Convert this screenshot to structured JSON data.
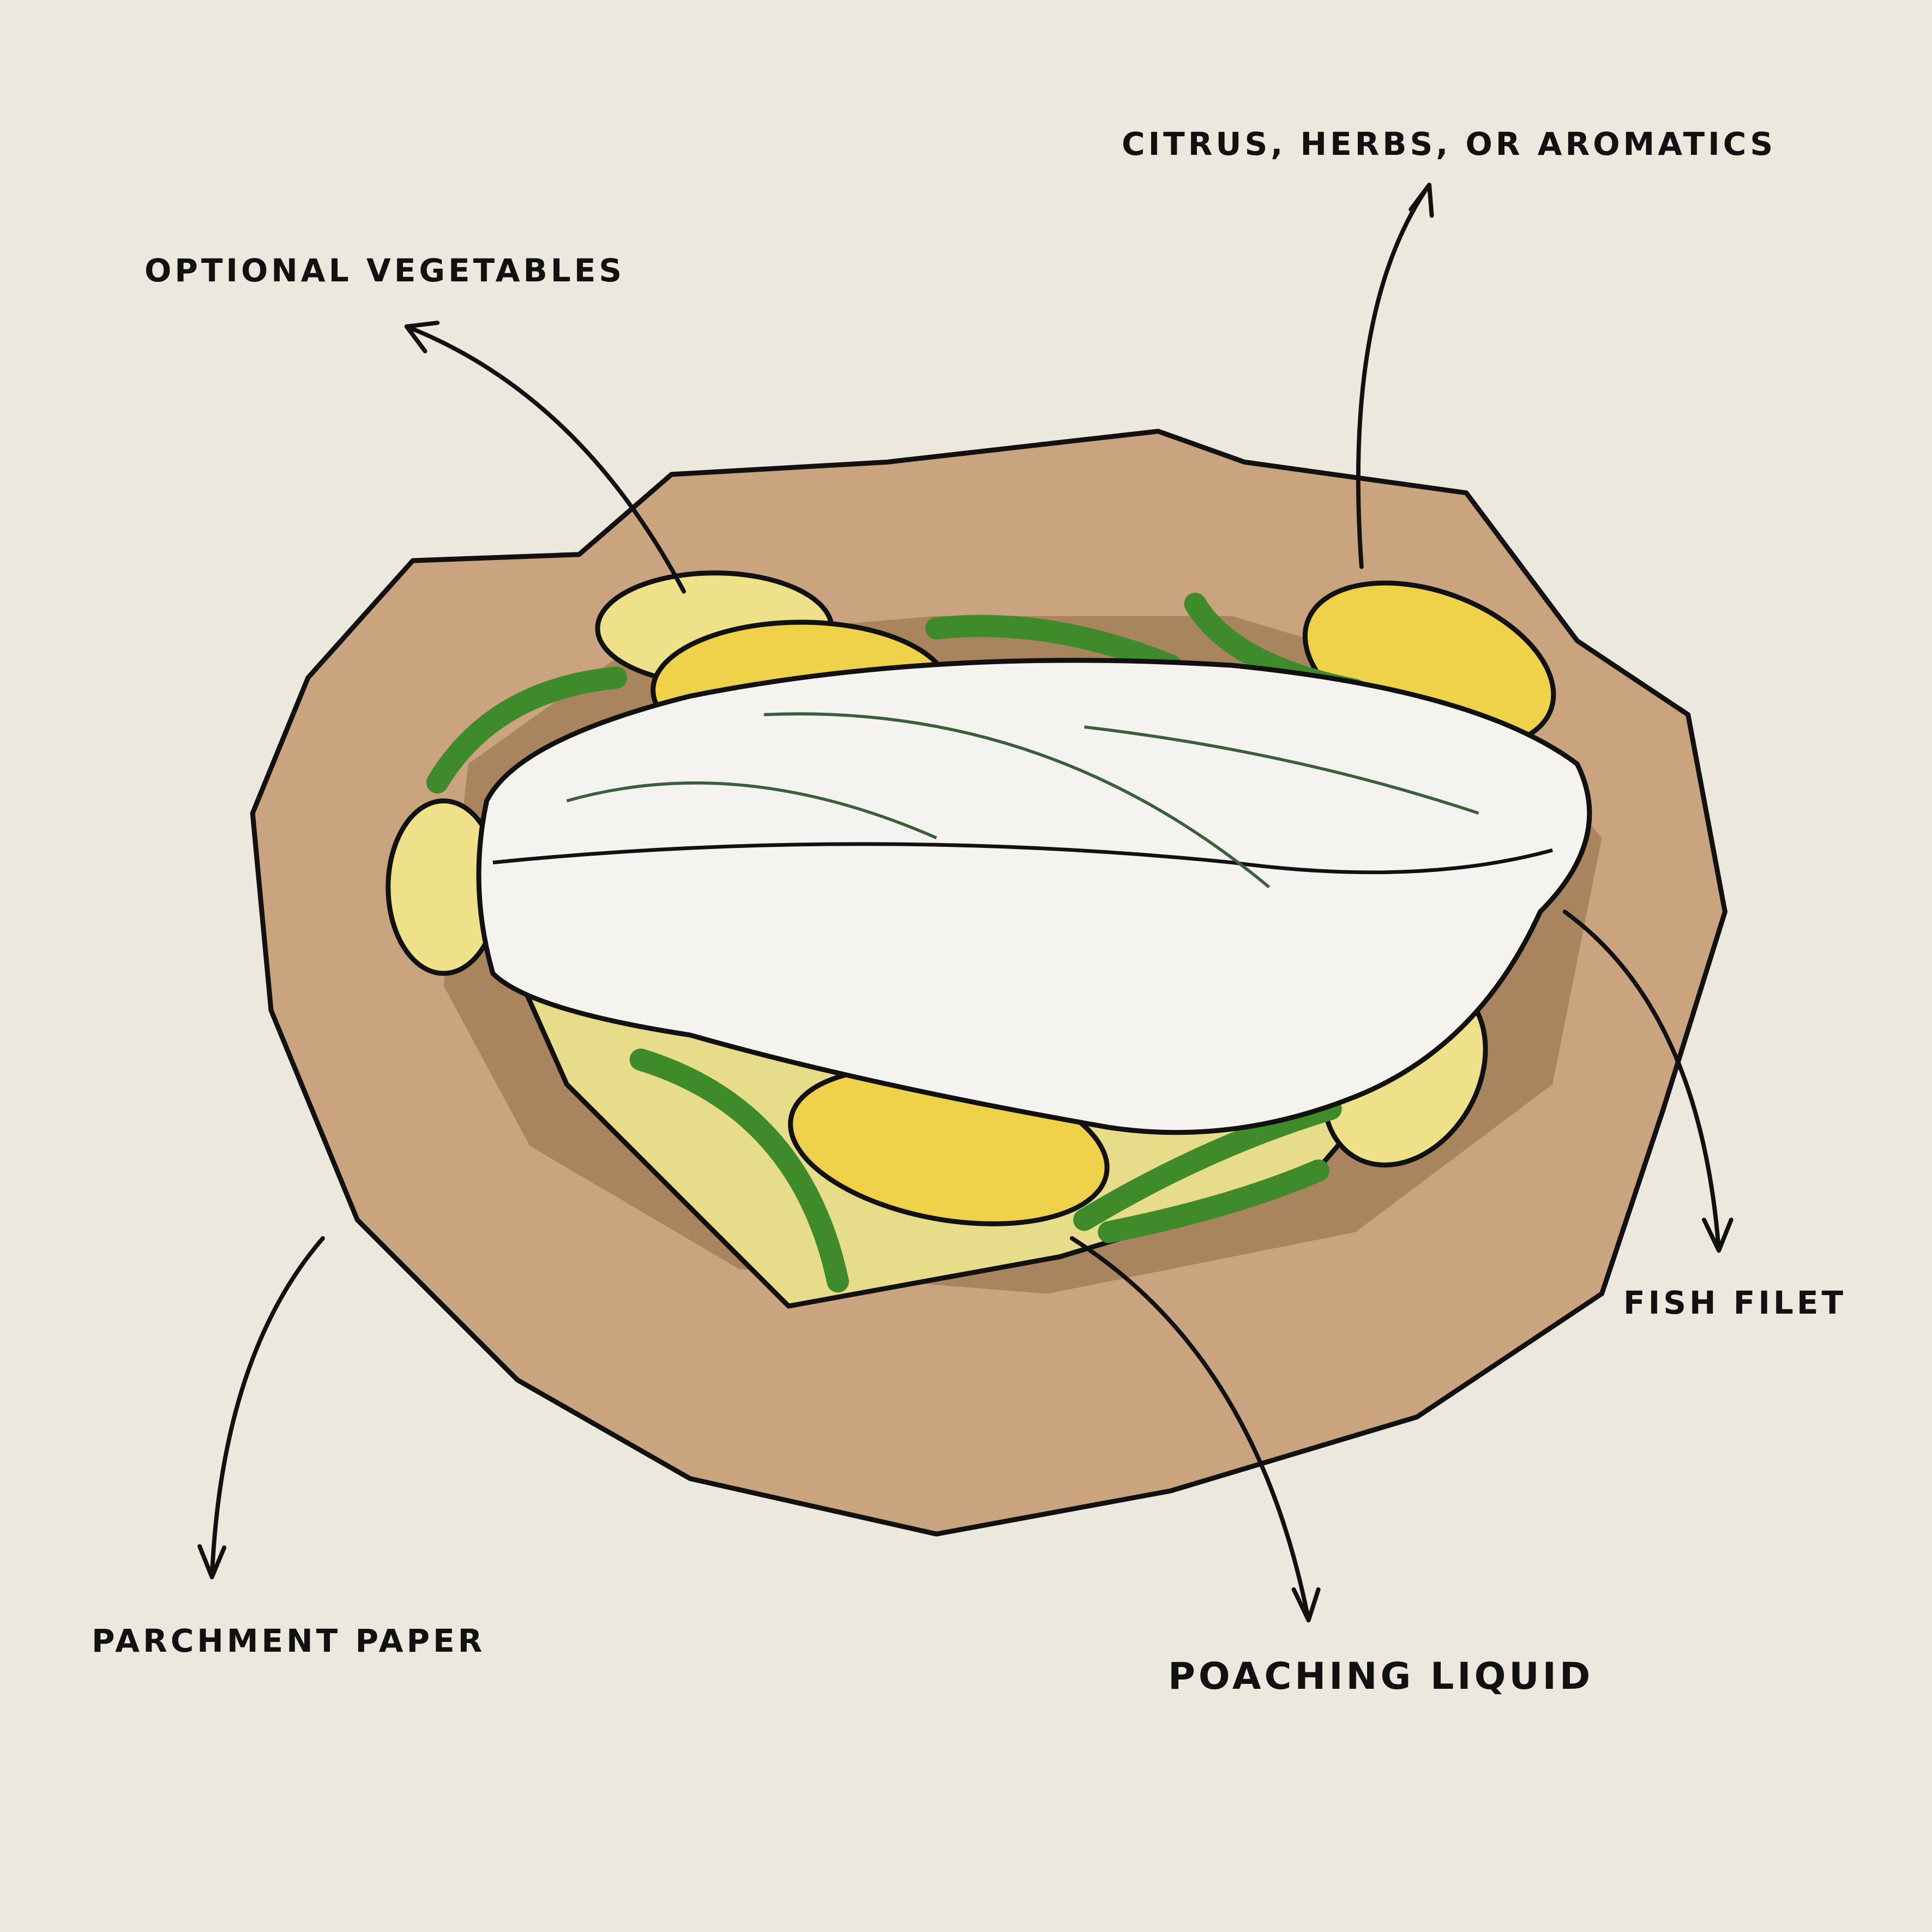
{
  "labels": {
    "citrus": "CITRUS, HERBS, OR AROMATICS",
    "vegetables": "OPTIONAL VEGETABLES",
    "fish": "FISH FILET",
    "parchment": "PARCHMENT PAPER",
    "poaching": "POACHING LIQUID"
  },
  "colors": {
    "background": "#ece8de",
    "parchment": "#c9a47e",
    "parchment_dark": "#a9855f",
    "lemon": "#f0d24a",
    "bean": "#3f8a2a",
    "fish": "#f4f3f0",
    "ink": "#111111"
  }
}
